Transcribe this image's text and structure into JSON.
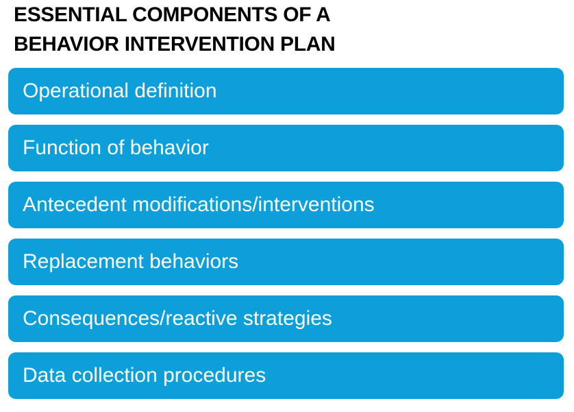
{
  "slide": {
    "title_line1": "ESSENTIAL COMPONENTS OF A",
    "title_line2": "BEHAVIOR INTERVENTION PLAN"
  },
  "colors": {
    "page_background": "#FFFFFF",
    "title_text": "#000000",
    "bar_background": "#0C9FDA",
    "bar_text": "#FFFFFF"
  },
  "components": [
    {
      "label": "Operational definition"
    },
    {
      "label": "Function of behavior"
    },
    {
      "label": "Antecedent modifications/interventions"
    },
    {
      "label": "Replacement behaviors"
    },
    {
      "label": "Consequences/reactive strategies"
    },
    {
      "label": "Data collection procedures"
    }
  ]
}
